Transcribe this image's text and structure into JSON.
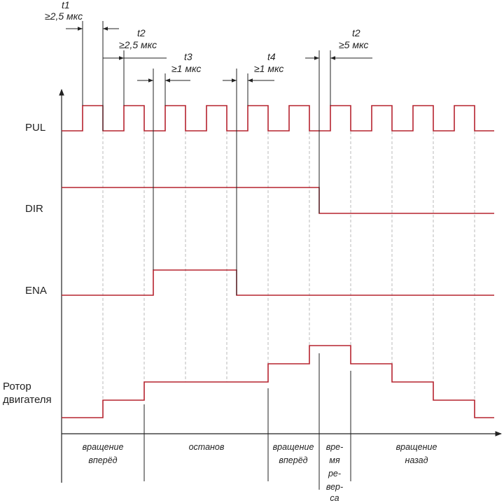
{
  "signals": {
    "pul": "PUL",
    "dir": "DIR",
    "ena": "ENA",
    "rotor_line1": "Ротор",
    "rotor_line2": "двигателя"
  },
  "timings": {
    "t1": {
      "name": "t1",
      "value": "≥2,5 мкс"
    },
    "t2a": {
      "name": "t2",
      "value": "≥2,5 мкс"
    },
    "t3": {
      "name": "t3",
      "value": "≥1 мкс"
    },
    "t4": {
      "name": "t4",
      "value": "≥1 мкс"
    },
    "t2b": {
      "name": "t2",
      "value": "≥5 мкс"
    }
  },
  "phases": {
    "forward1": [
      "вращение",
      "вперёд"
    ],
    "stop": [
      "останов"
    ],
    "forward2": [
      "вращение",
      "вперёд"
    ],
    "reverse_time": [
      "вре-",
      "мя",
      "ре-",
      "вер-",
      "са"
    ],
    "backward": [
      "вращение",
      "назад"
    ]
  },
  "colors": {
    "signal": "#b5232f",
    "axis": "#222222"
  }
}
